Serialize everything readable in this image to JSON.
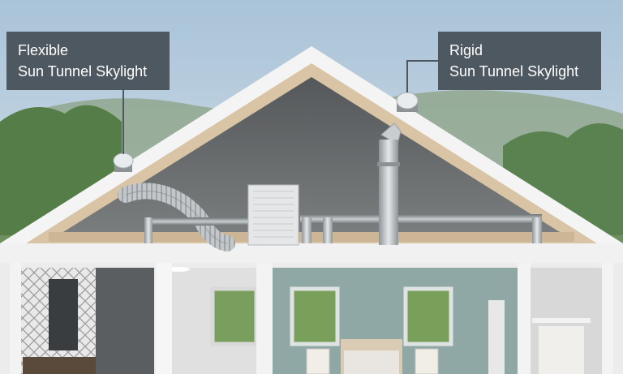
{
  "callouts": {
    "flexible": {
      "line1": "Flexible",
      "line2": "Sun Tunnel Skylight"
    },
    "rigid": {
      "line1": "Rigid",
      "line2": "Sun Tunnel Skylight"
    }
  },
  "colors": {
    "sky_top": "#a9c3d8",
    "sky_bottom": "#dfe7ea",
    "hills": "#6f8f62",
    "trees": "#4f7a45",
    "roof_white": "#f2f2f2",
    "attic_wall": "#6b6e70",
    "insulation": "#d8c3a5",
    "tube_metal": "#b9bec2",
    "bedroom_wall": "#8fa8a6",
    "hall_wall": "#e3e3e3",
    "callout_bg": "#4e5860",
    "callout_text": "#ffffff"
  },
  "icons": [
    "flexible-tube-icon",
    "rigid-tube-icon",
    "skylight-dome-icon",
    "ceiling-diffuser-icon"
  ]
}
